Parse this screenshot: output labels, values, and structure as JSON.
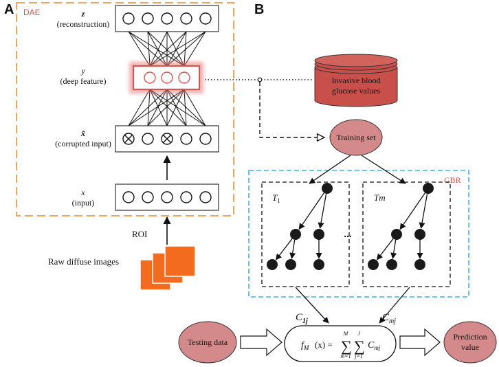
{
  "panel_a": {
    "label": "A",
    "box_label": "DAE",
    "layers": {
      "z": {
        "symbol": "z",
        "name": "(reconstruction)",
        "nodes": 5
      },
      "y": {
        "symbol": "y",
        "name": "(deep feature)",
        "nodes": 3
      },
      "x_tilde": {
        "symbol": "x̃",
        "name": "(corrupted input)",
        "nodes": 5,
        "corrupted_nodes": [
          0,
          2
        ]
      },
      "x": {
        "symbol": "x",
        "name": "(input)",
        "nodes": 5
      }
    },
    "roi_label": "ROI",
    "raw_images_label": "Raw diffuse images"
  },
  "panel_b": {
    "label": "B",
    "db_line1": "Invasive blood",
    "db_line2": "glucose values",
    "training_set": "Training set",
    "gbr_label": "GBR",
    "tree1_label": "T",
    "tree1_sub": "1",
    "treem_label": "Tm",
    "ellipsis": "...",
    "c1j": "C",
    "c1j_sub": "1j",
    "cmj": "C",
    "cmj_sub": "mj",
    "testing_data": "Testing data",
    "prediction_line1": "Prediction",
    "prediction_line2": "value",
    "formula": {
      "f": "f",
      "f_sub": "M",
      "arg": "(x) =",
      "sum1_top": "M",
      "sum1_bottom": "m=1",
      "sum2_top": "J",
      "sum2_bottom": "j=1",
      "c": "C",
      "c_sub": "mj",
      "sigma": "∑"
    }
  },
  "colors": {
    "dae_border": "#f0a35a",
    "dae_label": "#d9534f",
    "deep_feature": "#d9534f",
    "node_fill": "#1a1a1a",
    "ellipse_fill": "#d48a8a",
    "db_fill": "#c9504a",
    "gbr_border": "#3cb4e0",
    "gbr_label": "#d9534f",
    "image_fill": "#f26b1f"
  }
}
